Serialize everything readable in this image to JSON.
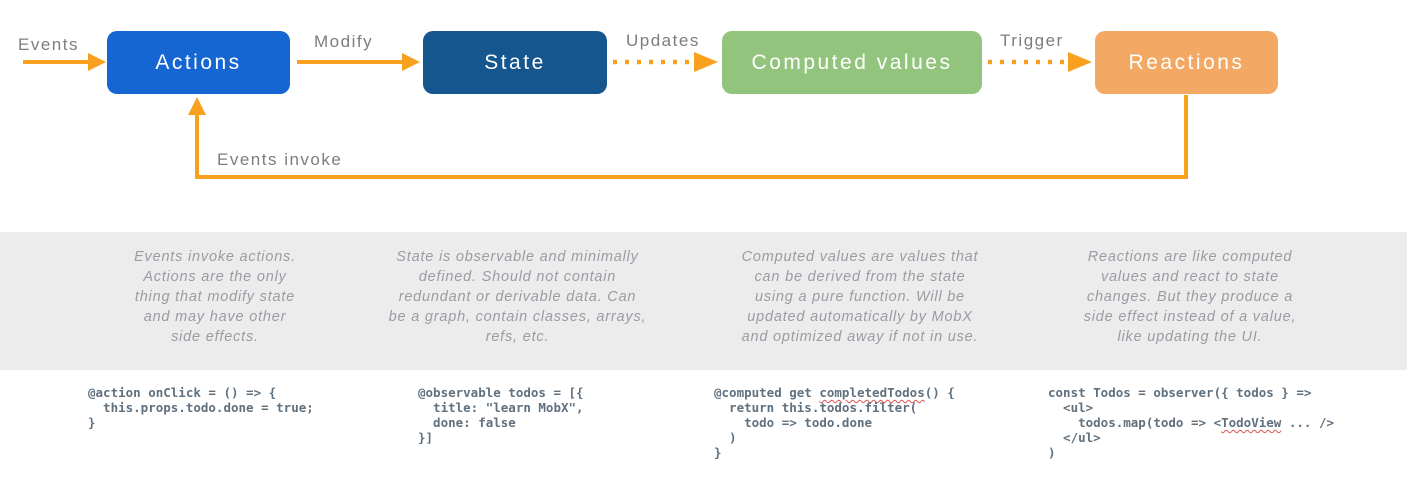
{
  "diagram": {
    "nodes": [
      {
        "id": "actions",
        "label": "Actions",
        "color": "#1565d2"
      },
      {
        "id": "state",
        "label": "State",
        "color": "#15568f"
      },
      {
        "id": "computed",
        "label": "Computed values",
        "color": "#93c47d"
      },
      {
        "id": "reactions",
        "label": "Reactions",
        "color": "#f3a963"
      }
    ],
    "edge_labels": {
      "events": "Events",
      "modify": "Modify",
      "updates": "Updates",
      "trigger": "Trigger",
      "events_invoke": "Events invoke"
    },
    "edges": [
      {
        "from": "events-source",
        "to": "actions",
        "label": "Events",
        "style": "solid"
      },
      {
        "from": "actions",
        "to": "state",
        "label": "Modify",
        "style": "solid"
      },
      {
        "from": "state",
        "to": "computed",
        "label": "Updates",
        "style": "dotted"
      },
      {
        "from": "computed",
        "to": "reactions",
        "label": "Trigger",
        "style": "dotted"
      },
      {
        "from": "reactions",
        "to": "actions",
        "label": "Events invoke",
        "style": "solid-loop"
      }
    ],
    "arrow_color": "#f9a11f"
  },
  "descriptions": [
    "Events invoke actions.\nActions are the only\nthing that modify state\nand may have other\nside effects.",
    "State is observable and minimally\ndefined. Should not contain\nredundant or derivable data. Can\nbe a graph, contain classes, arrays,\nrefs, etc.",
    "Computed values are values that\ncan be derived from the state\nusing a pure function. Will be\nupdated automatically by MobX\nand optimized away if not in use.",
    "Reactions are like computed\nvalues and react to state\nchanges. But they produce a\nside effect instead of a value,\nlike updating the UI."
  ],
  "code_snippets": [
    "@action onClick = () => {\n  this.props.todo.done = true;\n}",
    "@observable todos = [{\n  title: \"learn MobX\",\n  done: false\n}]",
    "@computed get completedTodos() {\n  return this.todos.filter(\n    todo => todo.done\n  )\n}",
    "const Todos = observer({ todos } =>\n  <ul>\n    todos.map(todo => <TodoView ... />\n  </ul>\n)"
  ],
  "spellcheck_words": [
    "completedTodos",
    "TodoView"
  ],
  "colors": {
    "arrow_orange": "#f9a11f",
    "actions_blue": "#1565d2",
    "state_navy": "#15568f",
    "computed_green": "#93c47d",
    "reactions_orange": "#f3a963",
    "band_gray": "#ececec",
    "edge_label_gray": "#7d7d7d",
    "description_gray": "#9b9ba4",
    "code_slate": "#5f707f",
    "spellcheck_red": "#e05252"
  }
}
